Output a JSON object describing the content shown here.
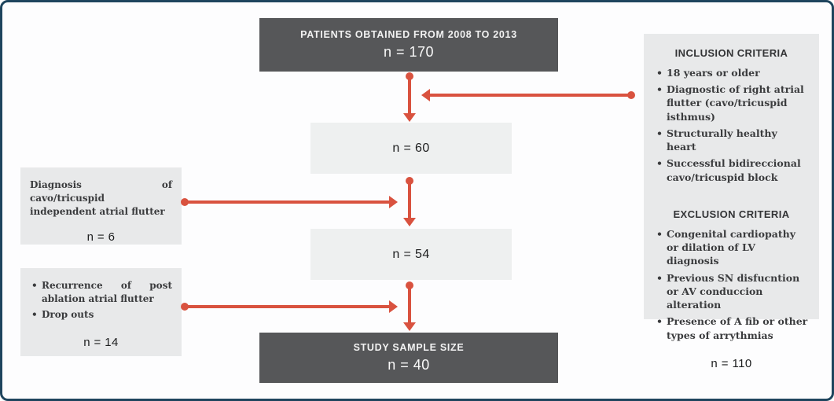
{
  "colors": {
    "arrow": "#d9523f",
    "dark_box": "#565759",
    "light_box": "#e8e9ea",
    "mid_box": "#eef0f0",
    "border": "#1f455e"
  },
  "boxes": {
    "top": {
      "title": "PATIENTS OBTAINED FROM 2008 TO 2013",
      "n": "n = 170"
    },
    "n60": {
      "n": "n = 60"
    },
    "n54": {
      "n": "n = 54"
    },
    "study": {
      "title": "STUDY SAMPLE SIZE",
      "n": "n = 40"
    },
    "excluded_flutter": {
      "text": "Diagnosis of cavo/tricuspid independent atrial flutter",
      "n": "n = 6"
    },
    "excluded_recurrence": {
      "bullets": [
        "Recurrence of post ablation atrial flutter",
        "Drop outs"
      ],
      "n": "n = 14"
    },
    "criteria": {
      "inclusion_title": "INCLUSION CRITERIA",
      "inclusion_items": [
        "18 years or older",
        "Diagnostic of right atrial flutter (cavo/tricuspid isthmus)",
        "Structurally healthy heart",
        "Successful bidireccional cavo/tricuspid block"
      ],
      "exclusion_title": "EXCLUSION CRITERIA",
      "exclusion_items": [
        "Congenital cardiopathy or dilation of LV diagnosis",
        "Previous SN disfucntion or AV conduccion alteration",
        "Presence of A fib or other types of arrythmias"
      ],
      "n": "n = 110"
    }
  }
}
